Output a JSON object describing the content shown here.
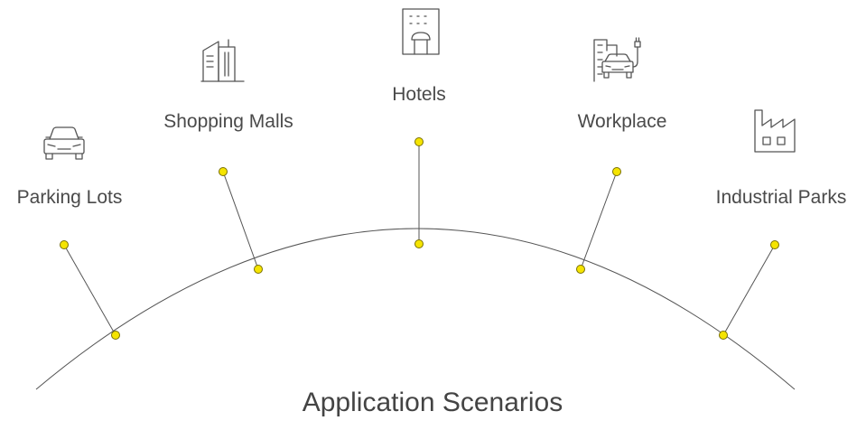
{
  "title": "Application Scenarios",
  "colors": {
    "node_fill": "#f5e400",
    "node_stroke": "#7a7000",
    "line": "#555555",
    "text": "#4a4a4a",
    "icon_stroke": "#555555"
  },
  "scenarios": [
    {
      "label": "Parking Lots",
      "icon": "car-icon"
    },
    {
      "label": "Shopping Malls",
      "icon": "buildings-icon"
    },
    {
      "label": "Hotels",
      "icon": "hotel-icon"
    },
    {
      "label": "Workplace",
      "icon": "ev-charging-icon"
    },
    {
      "label": "Industrial Parks",
      "icon": "factory-icon"
    }
  ]
}
